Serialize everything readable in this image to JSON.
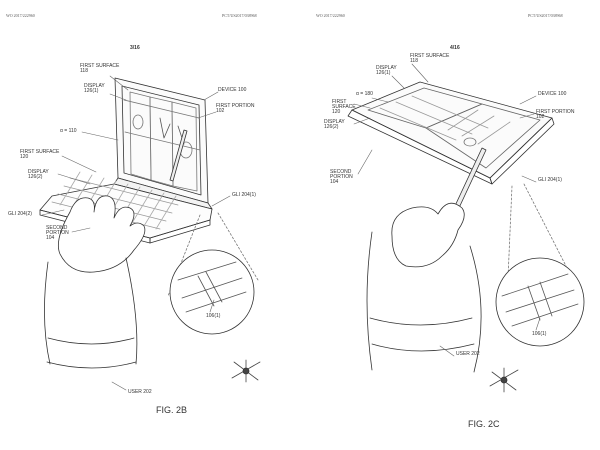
{
  "header": {
    "left_doc": "WO 2017/222960",
    "left_pct": "PCT/US2017/038968",
    "right_doc": "WO 2017/222960",
    "right_pct": "PCT/US2017/038968"
  },
  "sheets": {
    "left": "3/16",
    "right": "4/16"
  },
  "fig_2b": {
    "caption": "FIG. 2B",
    "labels": {
      "first_surface_118": "FIRST SURFACE\n118",
      "display_126_1": "DISPLAY\n126(1)",
      "device_100": "DEVICE 100",
      "first_portion_102": "FIRST PORTION\n102",
      "alpha": "α = 110",
      "first_surface_120": "FIRST SURFACE\n120",
      "display_126_2": "DISPLAY\n126(2)",
      "gli_204_1": "GLI 204(1)",
      "gli_204_2": "GLI 204(2)",
      "second_portion_104": "SECOND\nPORTION\n104",
      "ref_106_1": "106(1)",
      "user_202": "USER 202"
    }
  },
  "fig_2c": {
    "caption": "FIG. 2C",
    "labels": {
      "first_surface_118": "FIRST SURFACE\n118",
      "display_126_1": "DISPLAY\n126(1)",
      "alpha": "α = 180",
      "first_surface_120": "FIRST\nSURFACE\n120",
      "display_126_2": "DISPLAY\n126(2)",
      "device_100": "DEVICE 100",
      "first_portion_102": "FIRST PORTION\n102",
      "second_portion_104": "SECOND\nPORTION\n104",
      "gli_204_1": "GLI 204(1)",
      "ref_106_1": "106(1)",
      "user_202": "USER 202"
    }
  }
}
